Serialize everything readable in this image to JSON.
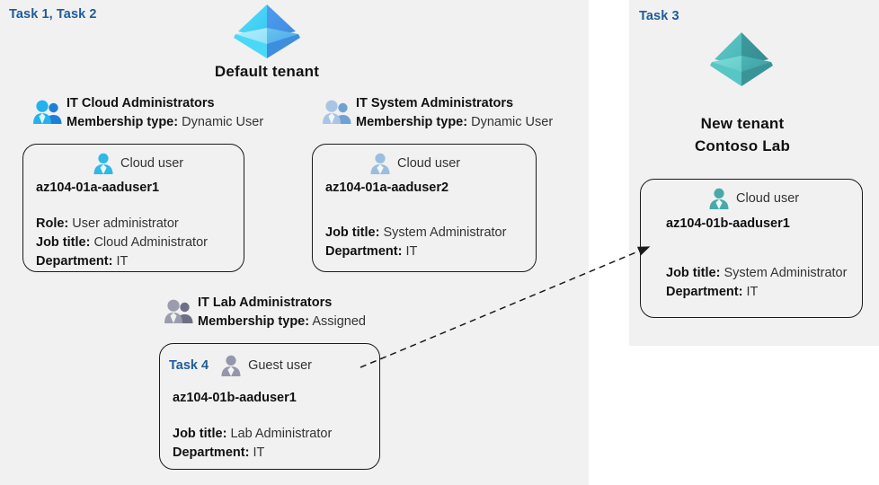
{
  "panels": {
    "left": {
      "task_label": "Task 1, Task 2"
    },
    "right": {
      "task_label": "Task 3"
    }
  },
  "tenants": [
    {
      "name": "default",
      "title": "Default tenant",
      "logo_icon": "azure-tenant-diamond-icon",
      "color": "#3FC8F4"
    },
    {
      "name": "new",
      "title_line1": "New  tenant",
      "title_line2": "Contoso Lab",
      "logo_icon": "azure-tenant-diamond-icon",
      "color": "#4FB8B8"
    }
  ],
  "groups": [
    {
      "id": "cloud",
      "name": "IT Cloud Administrators",
      "membership_label": "Membership type:",
      "membership_value": "Dynamic User",
      "icon": "group-users-icon",
      "icon_color": "#29ABE2"
    },
    {
      "id": "system",
      "name": "IT System Administrators",
      "membership_label": "Membership type:",
      "membership_value": "Dynamic User",
      "icon": "group-users-icon",
      "icon_color": "#8FB5DC"
    },
    {
      "id": "lab",
      "name": "IT Lab Administrators",
      "membership_label": "Membership type:",
      "membership_value": "Assigned",
      "icon": "group-users-icon",
      "icon_color": "#8A8CA0"
    }
  ],
  "cards": [
    {
      "id": "user1",
      "task_tag": "",
      "user_type": "Cloud user",
      "user_icon": "cloud-user-icon",
      "user_icon_color": "#2FB8E8",
      "username": "az104-01a-aaduser1",
      "attrs": [
        {
          "label": "Role:",
          "value": "User administrator"
        },
        {
          "label": "Job title:",
          "value": "Cloud Administrator"
        },
        {
          "label": "Department:",
          "value": "IT"
        }
      ]
    },
    {
      "id": "user2",
      "task_tag": "",
      "user_type": "Cloud user",
      "user_icon": "cloud-user-icon",
      "user_icon_color": "#9BBEDE",
      "username": "az104-01a-aaduser2",
      "attrs": [
        {
          "label": "Job title:",
          "value": "System Administrator"
        },
        {
          "label": "Department:",
          "value": "IT"
        }
      ]
    },
    {
      "id": "guest",
      "task_tag": "Task 4",
      "user_type": "Guest user",
      "user_icon": "guest-user-icon",
      "user_icon_color": "#9496AA",
      "username": "az104-01b-aaduser1",
      "attrs": [
        {
          "label": "Job title:",
          "value": "Lab Administrator"
        },
        {
          "label": "Department:",
          "value": "IT"
        }
      ]
    },
    {
      "id": "newuser",
      "task_tag": "",
      "user_type": "Cloud user",
      "user_icon": "cloud-user-icon",
      "user_icon_color": "#49A9A9",
      "username": "az104-01b-aaduser1",
      "attrs": [
        {
          "label": "Job title:",
          "value": "System Administrator"
        },
        {
          "label": "Department:",
          "value": "IT"
        }
      ]
    }
  ],
  "connector": {
    "name": "guest-to-newuser-arrow",
    "style": "dashed",
    "color": "#1a1a1a",
    "from": "guest user card (IT Lab Administrators)",
    "to": "cloud user card (Contoso Lab tenant)"
  },
  "colors": {
    "panel_background": "#f1f1f1",
    "page_background": "#ffffff",
    "task_label": "#1F5C99",
    "text_primary": "#111111",
    "text_secondary": "#333333",
    "card_border": "#1a1a1a"
  }
}
